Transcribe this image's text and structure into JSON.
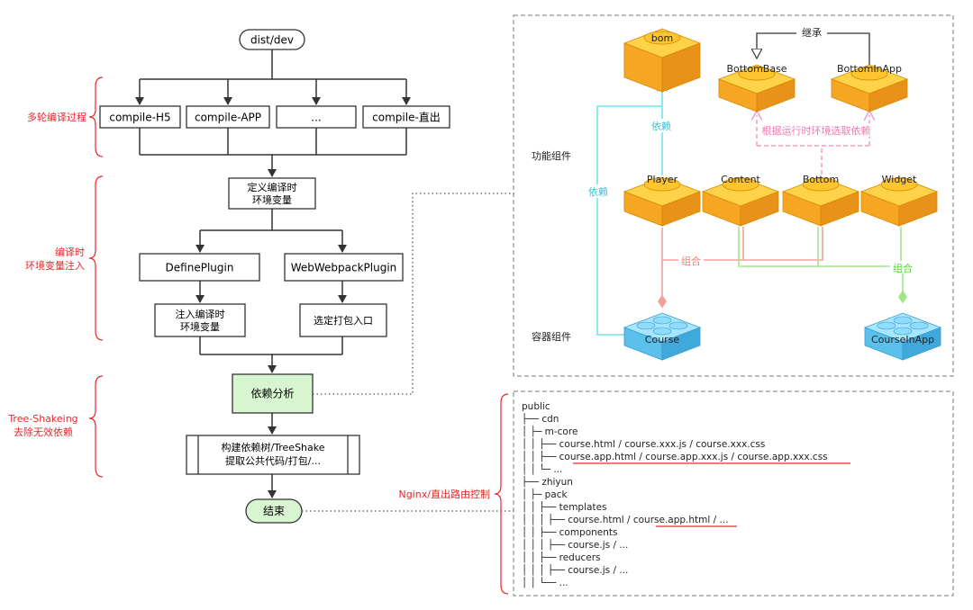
{
  "flow": {
    "start": "dist/dev",
    "compile_targets": [
      "compile-H5",
      "compile-APP",
      "...",
      "compile-直出"
    ],
    "define_env": [
      "定义编译时",
      "环境变量"
    ],
    "define_plugin": "DefinePlugin",
    "webpack_plugin": "WebWebpackPlugin",
    "inject_env": [
      "注入编译时",
      "环境变量"
    ],
    "select_entry": "选定打包入口",
    "dep_analysis": "依赖分析",
    "build": [
      "构建依赖树/TreeShake",
      "提取公共代码/打包/..."
    ],
    "end": "结束"
  },
  "side_labels": {
    "multi_compile": "多轮编译过程",
    "env_inject": [
      "编译时",
      "环境变量注入"
    ],
    "tree_shaking": [
      "Tree-Shakeing",
      "去除无效依赖"
    ],
    "nginx": "Nginx/直出路由控制"
  },
  "components": {
    "functional_label": "功能组件",
    "container_label": "容器组件",
    "bricks": {
      "bom": "bom",
      "bottom_base": "BottomBase",
      "bottom_in_app": "BottomInApp",
      "player": "Player",
      "content": "Content",
      "bottom": "Bottom",
      "widget": "Widget",
      "course": "Course",
      "course_in_app": "CourseInApp"
    },
    "inherit": "继承",
    "select_by_env": "根据运行时环境选取依赖",
    "depends_1": "依赖",
    "depends_2": "依赖",
    "combine_1": "组合",
    "combine_2": "组合"
  },
  "tree": [
    {
      "prefix": "public",
      "text": ""
    },
    {
      "prefix": "├── ",
      "text": "cdn"
    },
    {
      "prefix": "│   ├─ ",
      "text": "m-core"
    },
    {
      "prefix": "│   │   ├── ",
      "text": "course.html / course.xxx.js / course.xxx.css"
    },
    {
      "prefix": "│   │   ├── ",
      "text": "course.app.html / course.app.xxx.js / course.app.xxx.css"
    },
    {
      "prefix": "│   │   └─ ",
      "text": "..."
    },
    {
      "prefix": "├── ",
      "text": "zhiyun"
    },
    {
      "prefix": "│   ├─ ",
      "text": "pack"
    },
    {
      "prefix": "│   │   ├── ",
      "text": "templates"
    },
    {
      "prefix": "│   │   │   ├── ",
      "text": "course.html / course.app.html / ..."
    },
    {
      "prefix": "│   │   ├── ",
      "text": "components"
    },
    {
      "prefix": "│   │   │   ├── ",
      "text": "course.js / ..."
    },
    {
      "prefix": "│   │   ├── ",
      "text": "reducers"
    },
    {
      "prefix": "│   │   │   ├── ",
      "text": "course.js / ..."
    },
    {
      "prefix": "│   │   └── ",
      "text": "..."
    }
  ],
  "colors": {
    "red": "#e8262a",
    "orange": "#f5a21f",
    "blue": "#5bc0eb",
    "cyan": "#6fe3f0",
    "pink": "#f19fc5",
    "green": "#9ee88a",
    "combine_red": "#f2a09a",
    "box_green": "#d8f5d2"
  }
}
